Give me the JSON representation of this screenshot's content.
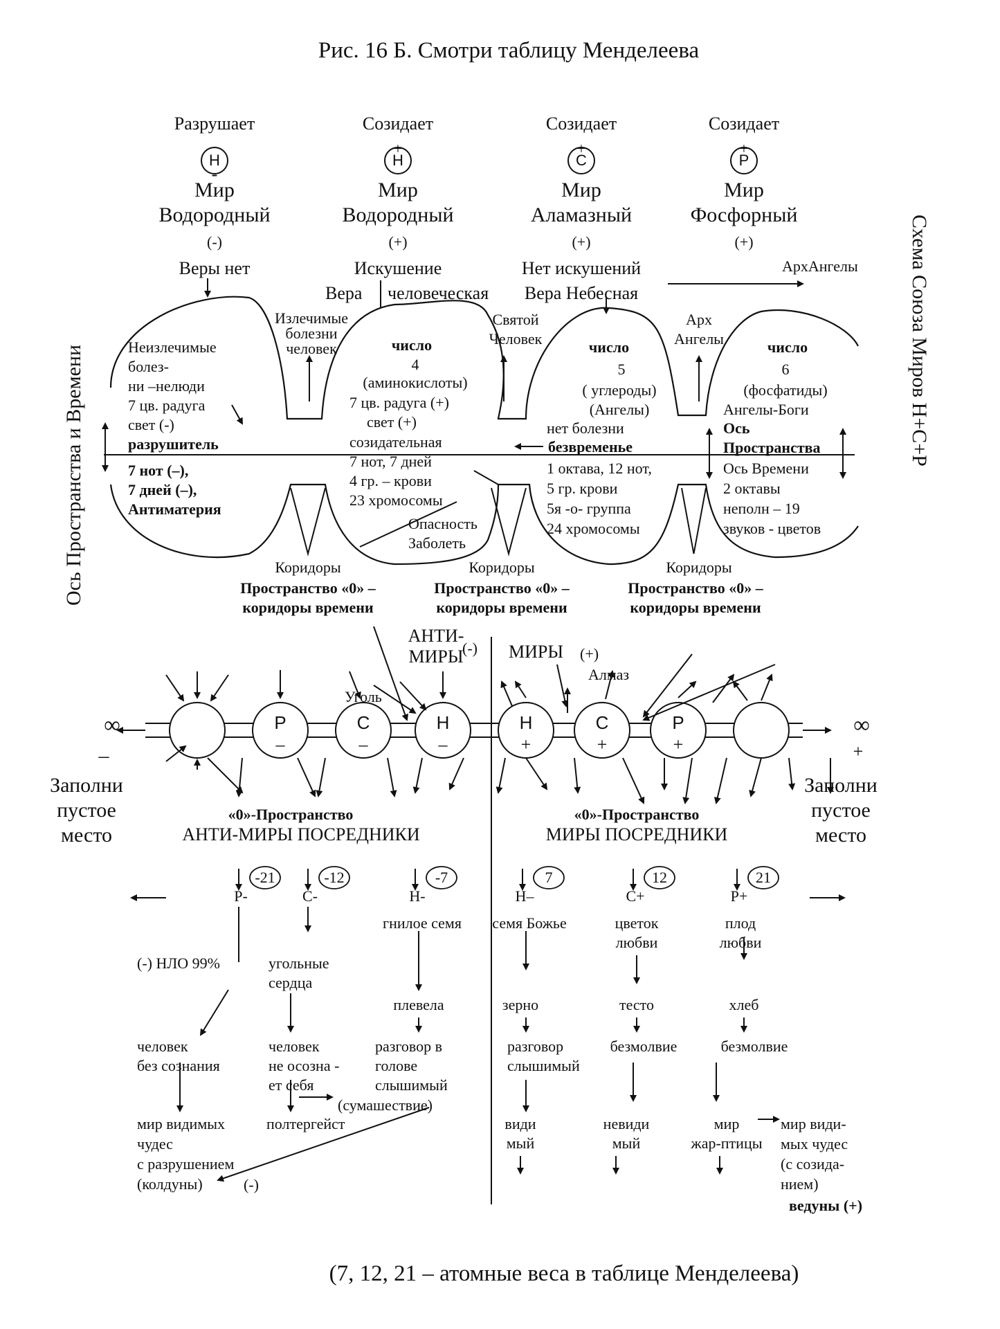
{
  "title": "Рис. 16 Б. Смотри таблицу Менделеева",
  "footnote": "(7, 12, 21 – атомные веса в таблице Менделеева)",
  "side_left": "Ось Пространства и Времени",
  "side_right": "Схема Союза Миров H+C+P",
  "top": {
    "worlds": [
      {
        "action": "Разрушает",
        "symbol": "H",
        "sign": "-",
        "name1": "Мир",
        "name2": "Водородный",
        "polarity": "(-)",
        "faith": "Веры нет"
      },
      {
        "action": "Созидает",
        "symbol": "H",
        "sign": "+",
        "name1": "Мир",
        "name2": "Водородный",
        "polarity": "(+)",
        "faith": "Искушение"
      },
      {
        "action": "Созидает",
        "symbol": "C",
        "sign": "+",
        "name1": "Мир",
        "name2": "Аламазный",
        "polarity": "(+)",
        "faith": "Нет искушений"
      },
      {
        "action": "Созидает",
        "symbol": "P",
        "sign": "+",
        "name1": "Мир",
        "name2": "Фосфорный",
        "polarity": "(+)",
        "faith": ""
      }
    ],
    "faith2_left": "Вера",
    "faith2_right": "человеческая",
    "faith3_2": "Вера Небесная",
    "archangels": "АрхАнгелы"
  },
  "arches": {
    "a1": [
      "Неизлечимые",
      "болез-",
      "ни –нелюди",
      "7 цв. радуга",
      "свет (-)"
    ],
    "a1_bold": [
      "разрушитель",
      "7 нот (–),",
      "7 дней (–),",
      "Антиматерия"
    ],
    "v1": [
      "Излечимые",
      "болезни",
      "человек"
    ],
    "a2_bold": "число",
    "a2": [
      "4",
      "(аминокислоты)",
      "7 цв. радуга (+)",
      "свет (+)",
      "созидательная",
      "7 нот, 7 дней",
      "4 гр. – крови",
      "23 хромосомы"
    ],
    "danger": [
      "Опасность",
      "Заболеть"
    ],
    "v2": [
      "Святой",
      "Человек"
    ],
    "a3_bold": "число",
    "a3": [
      "5",
      "( углероды)",
      "(Ангелы)",
      "нет болезни"
    ],
    "a3_b2": "безвременье",
    "a3b": [
      "1 октава, 12 нот,",
      "5 гр.   крови",
      "5я -о- группа",
      "24 хромосомы"
    ],
    "v3": [
      "Арх",
      "Ангелы"
    ],
    "a4_bold": "число",
    "a4": [
      "6",
      "(фосфатиды)",
      "Ангелы-Боги"
    ],
    "a4_b2": [
      "Ось",
      "Пространства"
    ],
    "a4b": [
      "Ось Времени",
      "2 октавы",
      "неполн – 19",
      "звуков - цветов"
    ],
    "corridor": "Коридоры",
    "space0_1": "Пространство «0» –",
    "space0_2": "коридоры времени"
  },
  "chain": {
    "anti_label": [
      "АНТИ-",
      "МИРЫ"
    ],
    "anti_sign": "(-)",
    "worlds_label": "МИРЫ",
    "worlds_sign": "(+)",
    "coal": "Уголь",
    "diamond": "Алмаз",
    "beads": [
      {
        "sym": "",
        "sign": ""
      },
      {
        "sym": "P",
        "sign": "–"
      },
      {
        "sym": "C",
        "sign": "–"
      },
      {
        "sym": "H",
        "sign": "–"
      },
      {
        "sym": "H",
        "sign": "+"
      },
      {
        "sym": "C",
        "sign": "+"
      },
      {
        "sym": "P",
        "sign": "+"
      },
      {
        "sym": "",
        "sign": ""
      }
    ],
    "inf": "∞",
    "inf_left_sign": "–",
    "inf_right_sign": "+",
    "fill_empty": [
      "Заполни",
      "пустое",
      "место"
    ],
    "space_anti": [
      "«0»-Пространство",
      "АНТИ-МИРЫ ПОСРЕДНИКИ"
    ],
    "space_worlds": [
      "«0»-Пространство",
      "МИРЫ ПОСРЕДНИКИ"
    ]
  },
  "bottom": {
    "cols": [
      {
        "num": "-21",
        "el": "P-"
      },
      {
        "num": "-12",
        "el": "C-"
      },
      {
        "num": "-7",
        "el": "H-"
      },
      {
        "num": "7",
        "el": "H–"
      },
      {
        "num": "12",
        "el": "C+"
      },
      {
        "num": "21",
        "el": "P+"
      }
    ],
    "c3_1": "гнилое семя",
    "c4_1": "семя Божье",
    "c5_1": [
      "цветок",
      "любви"
    ],
    "c6_1": [
      "плод",
      "любви"
    ],
    "c1_2": "(-) НЛО 99%",
    "c2_2": [
      "угольные",
      "сердца"
    ],
    "c3_2": "плевела",
    "c4_2": "зерно",
    "c5_2": "тесто",
    "c6_2": "хлеб",
    "c1_3": [
      "человек",
      "без сознания"
    ],
    "c2_3": [
      "человек",
      "не осозна -",
      "ет себя"
    ],
    "c3_3": [
      "разговор в",
      "голове",
      "слышимый"
    ],
    "c4_3": [
      "разговор",
      "слышимый"
    ],
    "c5_3": "безмолвие",
    "c6_3": "безмолвие",
    "madness": "(сумашествие)",
    "c1_4": [
      "мир видимых",
      "чудес",
      "с разрушением",
      "(колдуны)"
    ],
    "c1_sign": "(-)",
    "poltergeist": "полтергейст",
    "c4_4": [
      "види",
      "мый"
    ],
    "c5_4": [
      "невиди",
      "мый"
    ],
    "c6_4": [
      "мир",
      "жар-птицы"
    ],
    "c7_4": [
      "мир види-",
      "мых чудес",
      "(с созида-",
      "нием)"
    ],
    "c7_bold": "ведуны (+)"
  }
}
